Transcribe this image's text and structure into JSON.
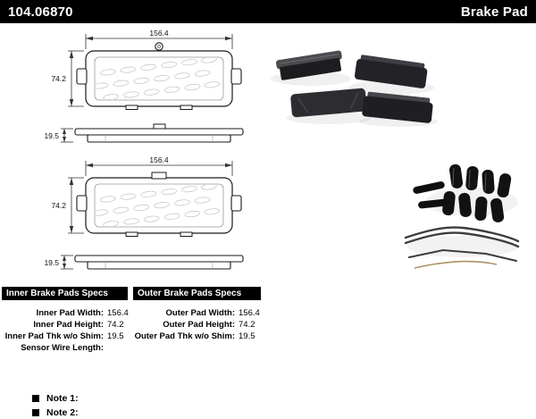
{
  "header": {
    "part_number": "104.06870",
    "product_name": "Brake Pad"
  },
  "colors": {
    "header_bg": "#000000",
    "header_text": "#ffffff"
  },
  "drawings": {
    "inner_pad": {
      "width": "156.4",
      "height": "74.2",
      "thickness": "19.5"
    },
    "outer_pad": {
      "width": "156.4",
      "height": "74.2",
      "thickness": "19.5"
    }
  },
  "specs": {
    "inner": {
      "title": "Inner Brake Pads Specs",
      "rows": [
        {
          "label": "Inner Pad Width:",
          "value": "156.4"
        },
        {
          "label": "Inner Pad Height:",
          "value": "74.2"
        },
        {
          "label": "Inner Pad Thk w/o Shim:",
          "value": "19.5"
        },
        {
          "label": "Sensor Wire Length:",
          "value": ""
        }
      ]
    },
    "outer": {
      "title": "Outer Brake Pads Specs",
      "rows": [
        {
          "label": "Outer Pad Width:",
          "value": "156.4"
        },
        {
          "label": "Outer Pad Height:",
          "value": "74.2"
        },
        {
          "label": "Outer Pad Thk w/o Shim:",
          "value": "19.5"
        }
      ]
    }
  },
  "notes": [
    {
      "label": "Note 1:"
    },
    {
      "label": "Note 2:"
    }
  ]
}
